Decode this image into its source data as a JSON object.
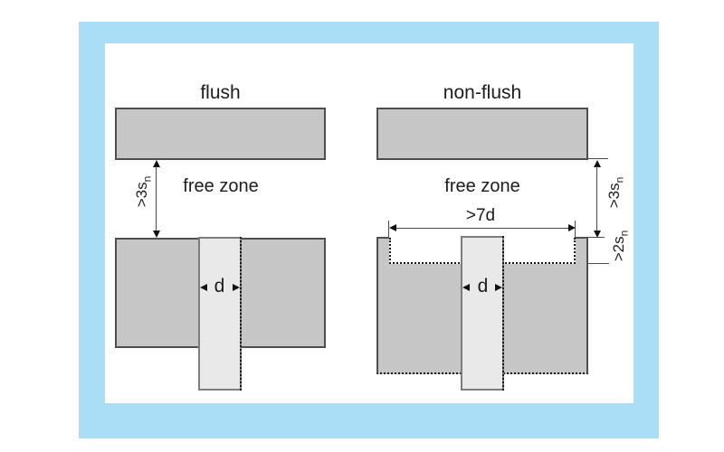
{
  "colors": {
    "frame": "#a9def6",
    "metal": "#c6c6c6",
    "sensor": "#e9e9e9",
    "outline": "#4f4f4f",
    "dim": "#4a4a4a",
    "ink": "#1c1c1c"
  },
  "left": {
    "title": "flush",
    "free_zone": "free zone",
    "clearance": {
      "prefix": ">3s",
      "sub": "n"
    },
    "diameter": "d"
  },
  "right": {
    "title": "non-flush",
    "free_zone": "free zone",
    "clearance": {
      "prefix": ">3s",
      "sub": "n"
    },
    "recess_width": ">7d",
    "recess_depth": {
      "prefix": ">2s",
      "sub": "n"
    },
    "diameter": "d"
  }
}
